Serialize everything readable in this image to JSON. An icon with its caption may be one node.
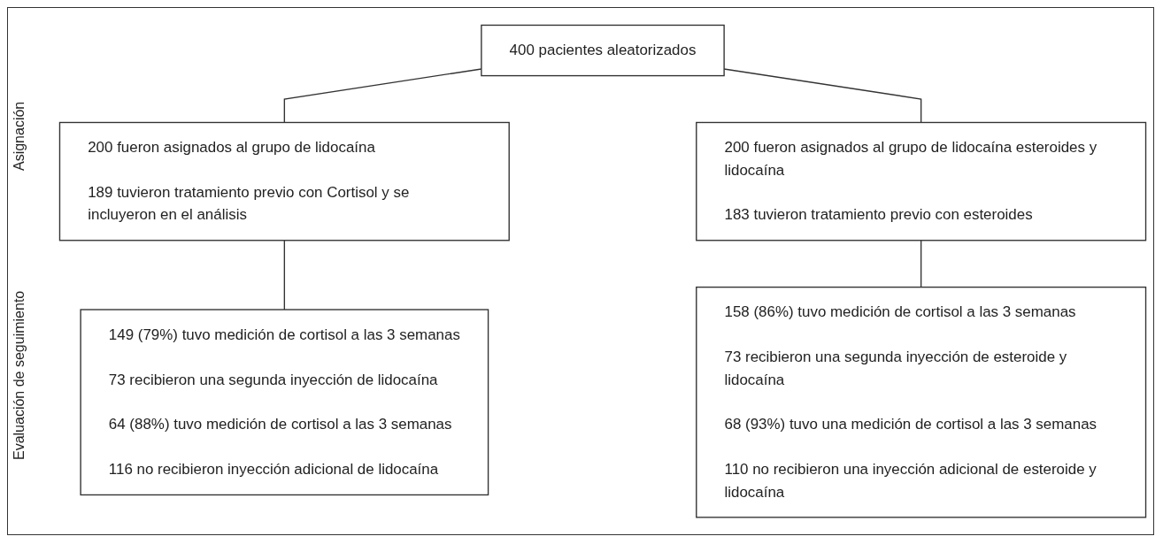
{
  "diagram": {
    "nodes": [
      {
        "text": [
          "400 pacientes aleatorizados"
        ]
      },
      {
        "text": [
          "200 fueron asignados al grupo de lidocaína",
          "189 tuvieron tratamiento previo con Cortisol y se incluyeron en el análisis"
        ]
      },
      {
        "text": [
          "200 fueron asignados al grupo de lidocaína esteroides y lidocaína",
          "183 tuvieron tratamiento previo con esteroides"
        ]
      },
      {
        "text": [
          "149 (79%) tuvo medición de cortisol a las 3 semanas",
          "73 recibieron una segunda inyección de lidocaína",
          "64 (88%) tuvo medición de cortisol a las 3 semanas",
          "116 no recibieron inyección adicional de lidocaína"
        ]
      },
      {
        "text": [
          "158 (86%) tuvo medición de cortisol a las 3 semanas",
          "73 recibieron una segunda inyección de esteroide y lidocaína",
          "68 (93%) tuvo una medición de cortisol a las 3 semanas",
          "110 no recibieron una inyección adicional de esteroide y lidocaína"
        ]
      }
    ],
    "edges": [
      {
        "from": 0,
        "to": 1,
        "arrow": "none"
      },
      {
        "from": 0,
        "to": 2,
        "arrow": "none"
      },
      {
        "from": 1,
        "to": 3,
        "arrow": "none"
      },
      {
        "from": 2,
        "to": 4,
        "arrow": "none"
      }
    ],
    "labels": [
      "Asignación",
      "Evaluación de seguimiento"
    ]
  }
}
